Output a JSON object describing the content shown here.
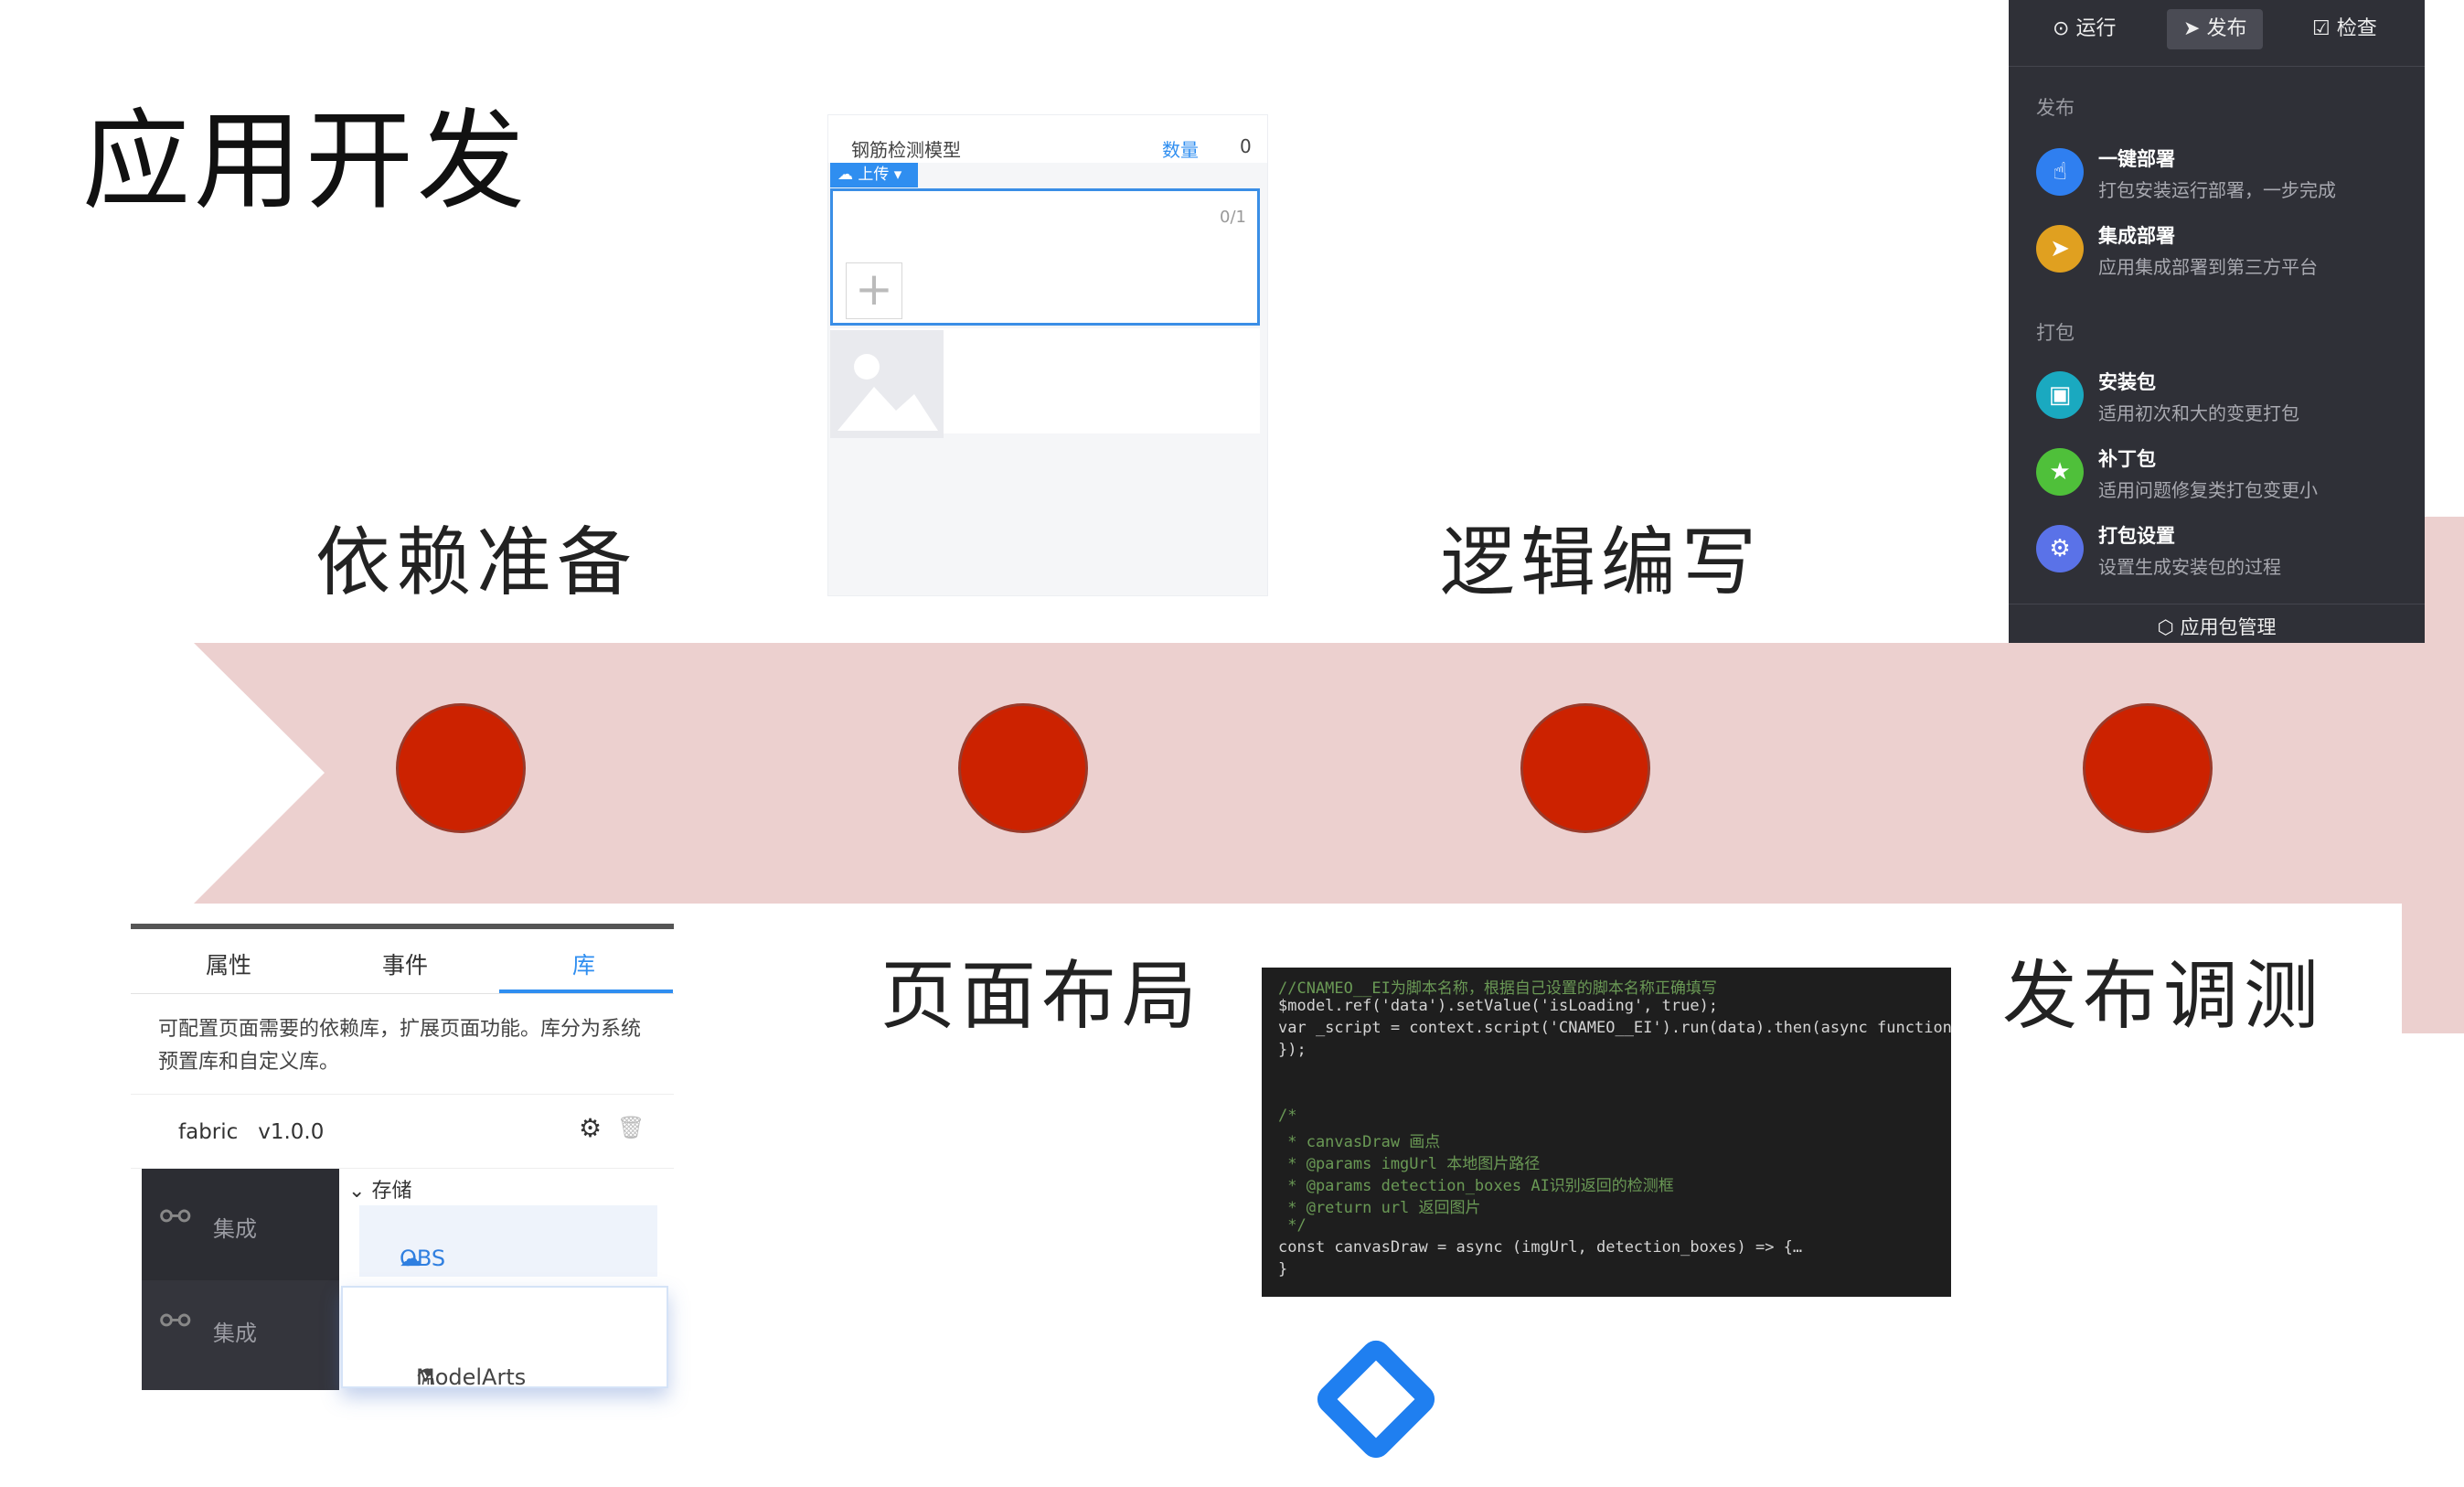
{
  "page": {
    "title": "应用开发"
  },
  "stages": [
    {
      "label": "依赖准备"
    },
    {
      "label": "页面布局"
    },
    {
      "label": "逻辑编写"
    },
    {
      "label": "发布调测"
    }
  ],
  "colors": {
    "arrow": "#ecd0cf",
    "dot": "#cc2200",
    "accent": "#2f8ef0",
    "panel_bg": "#2f3037"
  },
  "upload_widget": {
    "model_name": "钢筋检测模型",
    "count_label": "数量",
    "count_value": "0",
    "upload_button": "上传",
    "ratio": "0/1",
    "plus": "+"
  },
  "publish_panel": {
    "toolbar": [
      "运行",
      "发布",
      "检查"
    ],
    "section_publish": "发布",
    "section_package": "打包",
    "items": [
      {
        "title": "一键部署",
        "desc": "打包安装运行部署，一步完成",
        "icon": "hand-icon",
        "color": "#2f7ff0"
      },
      {
        "title": "集成部署",
        "desc": "应用集成部署到第三方平台",
        "icon": "paper-plane-icon",
        "color": "#e0a020"
      },
      {
        "title": "安装包",
        "desc": "适用初次和大的变更打包",
        "icon": "package-icon",
        "color": "#1aa9c0"
      },
      {
        "title": "补丁包",
        "desc": "适用问题修复类打包变更小",
        "icon": "star-icon",
        "color": "#4fc03a"
      },
      {
        "title": "打包设置",
        "desc": "设置生成安装包的过程",
        "icon": "gear-icon",
        "color": "#5a72e8"
      }
    ],
    "footer": "应用包管理"
  },
  "properties_panel": {
    "tabs": [
      "属性",
      "事件",
      "库"
    ],
    "active_tab": "库",
    "description": "可配置页面需要的依赖库，扩展页面功能。库分为系统预置库和自定义库。",
    "library": "fabric",
    "version": "v1.0.0",
    "sidebar": [
      "集成",
      "集成"
    ],
    "group": "存储",
    "entries": [
      "OBS",
      "ModelArts"
    ]
  },
  "code_editor": {
    "lines": [
      "//CNAMEO__EI为脚本名称，根据自己设置的脚本名称正确填写",
      "$model.ref('data').setValue('isLoading', true);",
      "var _script = context.script('CNAMEO__EI').run(data).then(async function (re",
      "});",
      "",
      "",
      "/*",
      " * canvasDraw 画点",
      " * @params imgUrl 本地图片路径",
      " * @params detection_boxes AI识别返回的检测框",
      " * @return url 返回图片",
      " */",
      "const canvasDraw = async (imgUrl, detection_boxes) => {…",
      "}"
    ]
  }
}
